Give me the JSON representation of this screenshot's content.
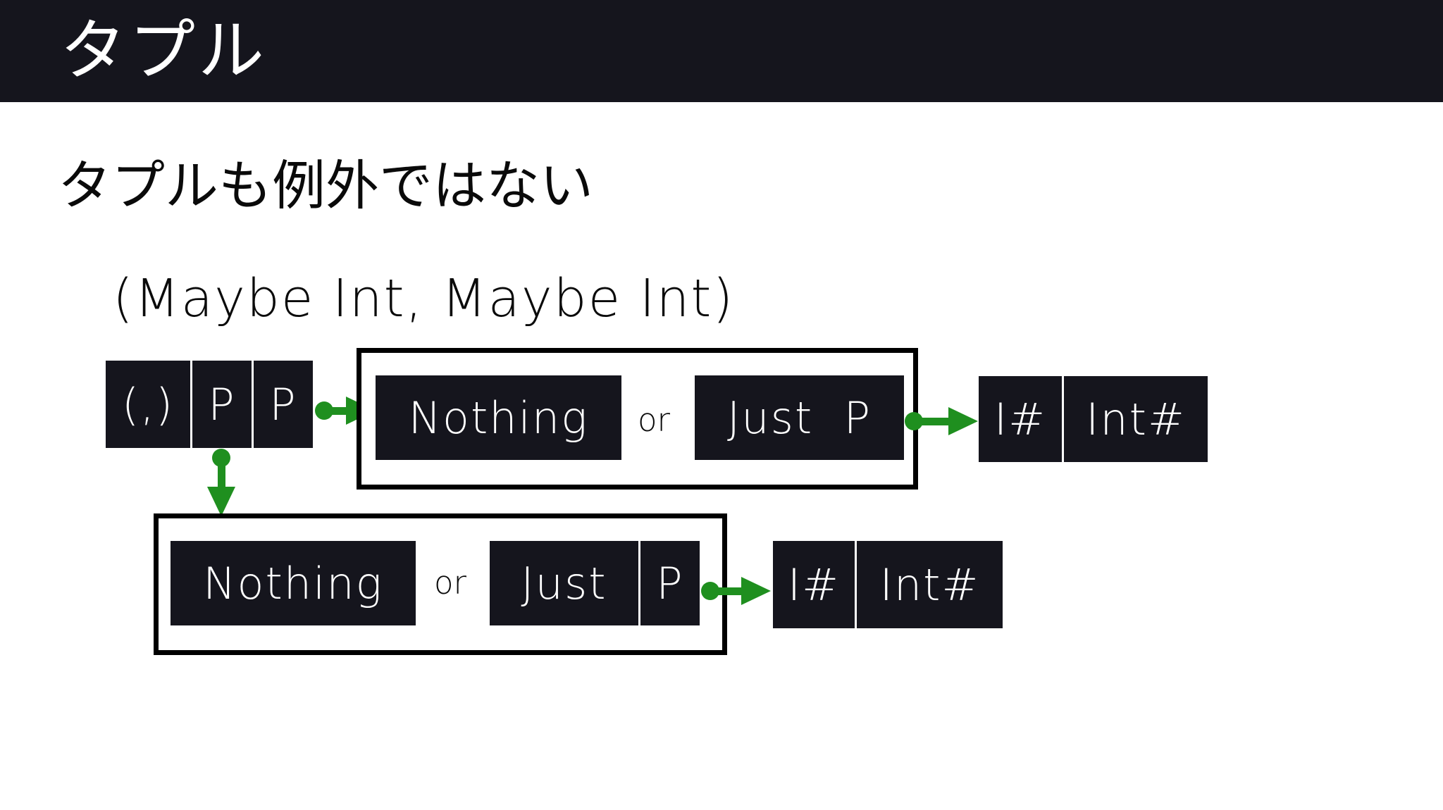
{
  "slide": {
    "title": "タプル",
    "subtitle": "タプルも例外ではない",
    "type_signature": "(Maybe Int, Maybe Int)"
  },
  "colors": {
    "header_bg": "#15151d",
    "cell_bg": "#15151d",
    "cell_text": "#ffffff",
    "arrow_green": "#1f8f1f",
    "body_bg": "#ffffff",
    "body_text": "#0a0a0a",
    "box_border": "#000000"
  },
  "diagram": {
    "tuple_row": {
      "cells": [
        "(,)",
        "P",
        "P"
      ]
    },
    "maybe_box_fst": {
      "nothing": "Nothing",
      "or": "or",
      "just": "Just  P"
    },
    "unboxed_fst": {
      "cells": [
        "I#",
        "Int#"
      ]
    },
    "maybe_box_snd": {
      "nothing": "Nothing",
      "or": "or",
      "just": "Just",
      "pointer": "P"
    },
    "unboxed_snd": {
      "cells": [
        "I#",
        "Int#"
      ]
    },
    "arrows": [
      {
        "name": "fst-pointer",
        "direction": "right"
      },
      {
        "name": "snd-pointer",
        "direction": "down"
      },
      {
        "name": "just-fst-pointer",
        "direction": "right"
      },
      {
        "name": "just-snd-pointer",
        "direction": "right"
      }
    ]
  }
}
